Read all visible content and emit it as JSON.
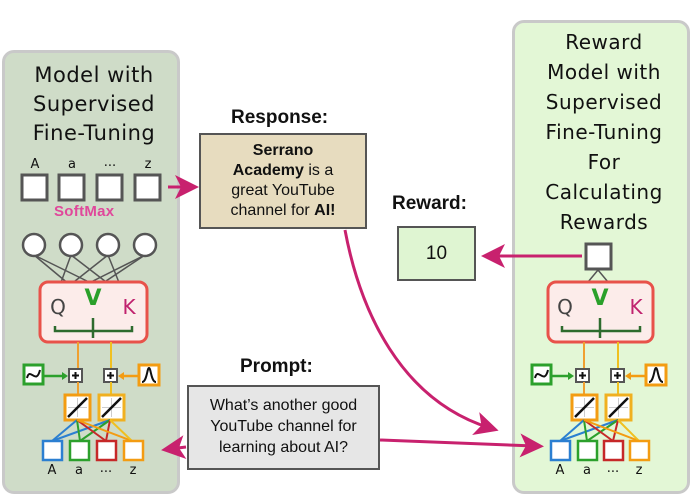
{
  "left_model": {
    "title_lines": [
      "Model with",
      "Supervised",
      "Fine-Tuning"
    ],
    "output_labels": [
      "A",
      "a",
      "...",
      "z"
    ],
    "softmax_label": "SoftMax",
    "attention_labels": {
      "q": "Q",
      "v": "V",
      "k": "K"
    },
    "input_labels": [
      "A",
      "a",
      "...",
      "z"
    ]
  },
  "right_model": {
    "title_lines": [
      "Reward",
      "Model with",
      "Supervised",
      "Fine-Tuning",
      "For",
      "Calculating",
      "Rewards"
    ],
    "attention_labels": {
      "q": "Q",
      "v": "V",
      "k": "K"
    },
    "input_labels": [
      "A",
      "a",
      "...",
      "z"
    ]
  },
  "response": {
    "label": "Response:",
    "text_bold_1": "Serrano",
    "text_bold_2": "Academy",
    "text_rest_1": " is a",
    "text_line_3": "great YouTube",
    "text_line_4_a": "channel for ",
    "text_line_4_b": "AI!"
  },
  "prompt": {
    "label": "Prompt:",
    "lines": [
      "What’s another good",
      "YouTube channel for",
      "learning about AI?"
    ]
  },
  "reward": {
    "label": "Reward:",
    "value": "10"
  },
  "colors": {
    "arrow": "#c8216e",
    "softmax": "#e0489b",
    "attention_border": "#e8524a",
    "v_color": "#2aa02a",
    "k_color": "#c0226e",
    "token_colors": [
      "#2b7fd1",
      "#2ca02c",
      "#c62828",
      "#f39c12"
    ]
  }
}
